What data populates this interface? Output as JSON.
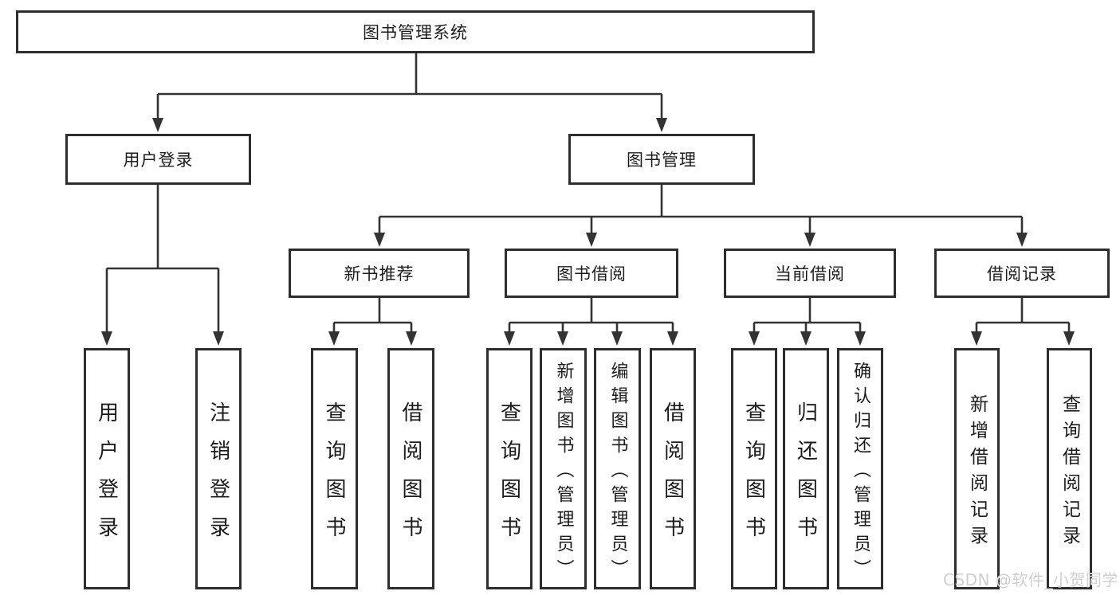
{
  "tree": {
    "root": {
      "label": "图书管理系统"
    },
    "branches": [
      {
        "label": "用户登录",
        "leaves": [
          "用户登录",
          "注销登录"
        ]
      },
      {
        "label": "图书管理",
        "sections": [
          {
            "label": "新书推荐",
            "leaves": [
              "查询图书",
              "借阅图书"
            ]
          },
          {
            "label": "图书借阅",
            "leaves": [
              "查询图书",
              "新增图书（管理员）",
              "编辑图书（管理员）",
              "借阅图书"
            ]
          },
          {
            "label": "当前借阅",
            "leaves": [
              "查询图书",
              "归还图书",
              "确认归还（管理员）"
            ]
          },
          {
            "label": "借阅记录",
            "leaves": [
              "新增借阅记录",
              "查询借阅记录"
            ]
          }
        ]
      }
    ]
  },
  "watermark": {
    "text": "CSDN @软件_小贺同学",
    "color": "#cfcfcf"
  },
  "colors": {
    "background": "#ffffff",
    "box_border": "#2d2d2d",
    "connector_line": "#333333",
    "text": "#1c1c1c"
  }
}
